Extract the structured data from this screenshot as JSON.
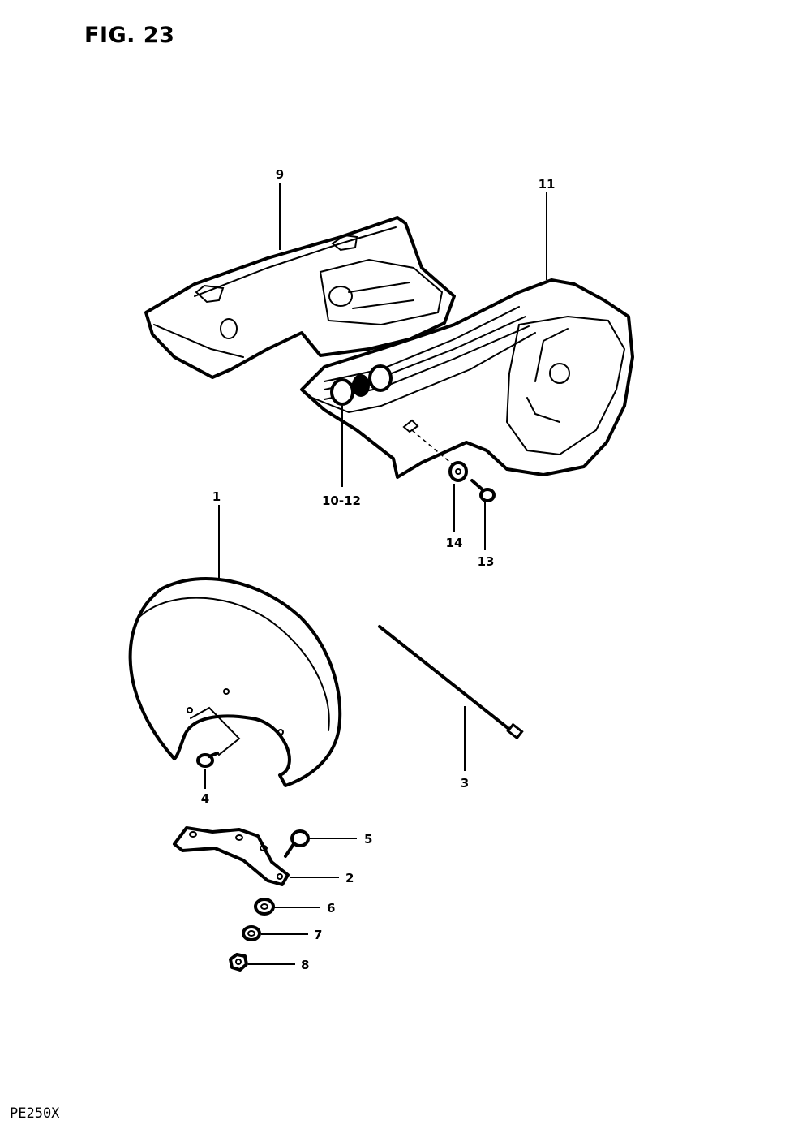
{
  "figure": {
    "title": "FIG. 23",
    "model_code": "PE250X"
  },
  "callouts": {
    "p1": "1",
    "p2": "2",
    "p3": "3",
    "p4": "4",
    "p5": "5",
    "p6": "6",
    "p7": "7",
    "p8": "8",
    "p9": "9",
    "p10_12": "10-12",
    "p11": "11",
    "p13": "13",
    "p14": "14"
  }
}
